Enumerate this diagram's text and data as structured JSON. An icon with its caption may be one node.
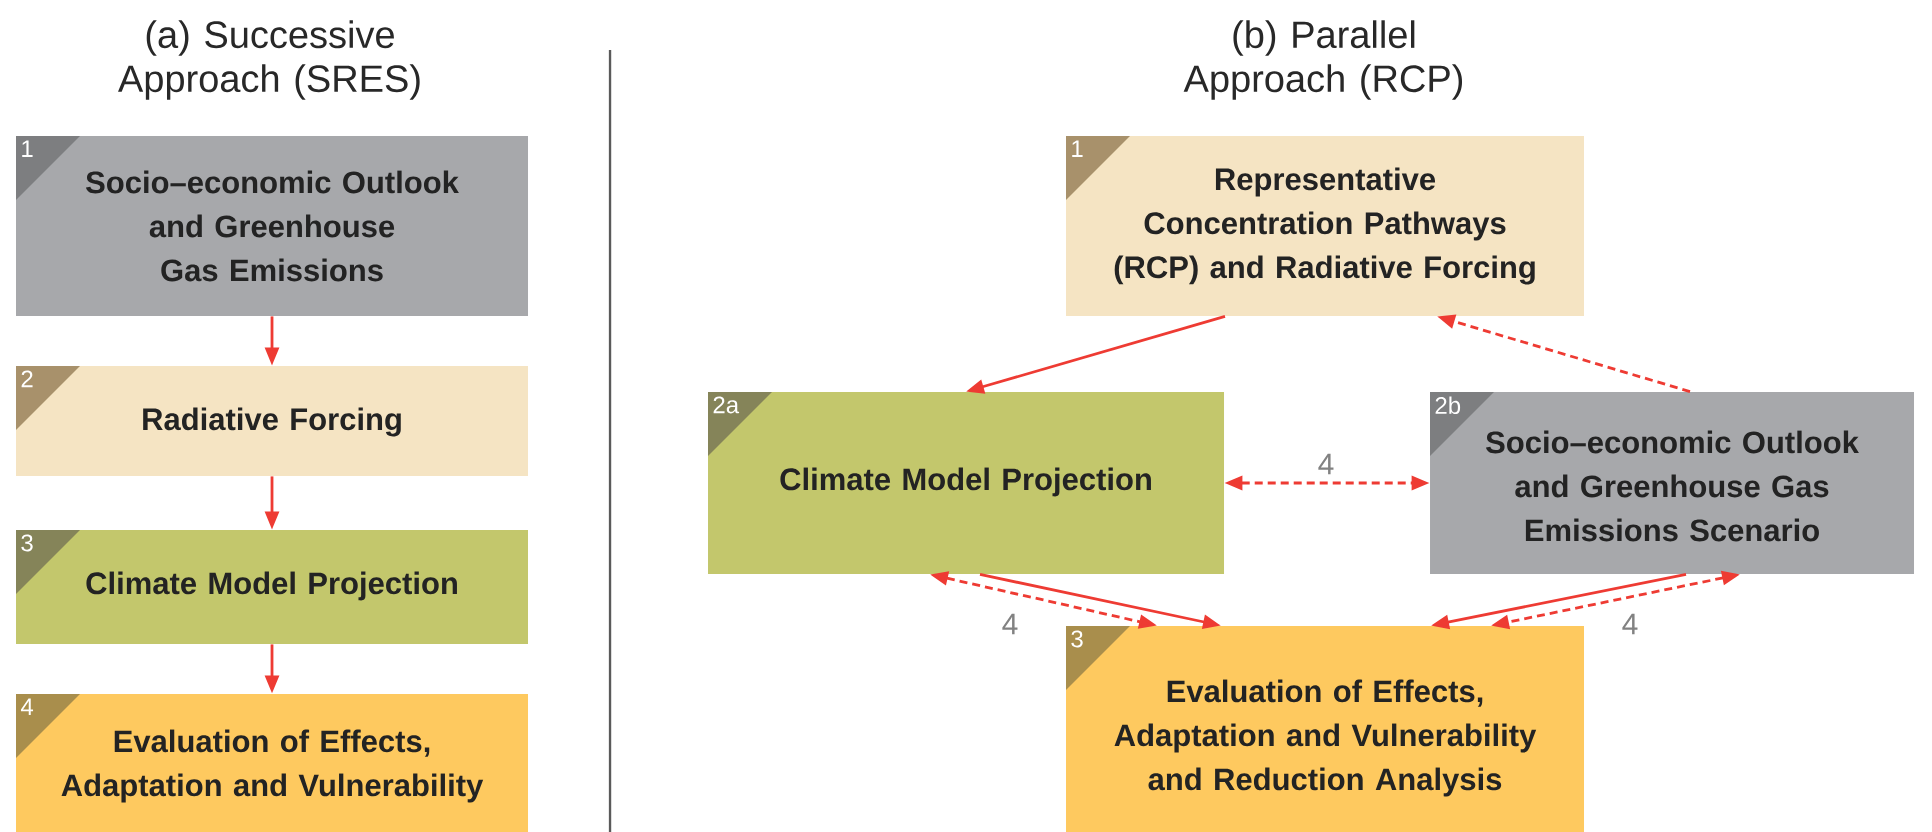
{
  "diagram": {
    "nodes": [
      {
        "text": [
          "1",
          "Socio–economic Outlook and Greenhouse Gas Emissions"
        ]
      },
      {
        "text": [
          "2",
          "Radiative Forcing"
        ]
      },
      {
        "text": [
          "3",
          "Climate Model Projection"
        ]
      },
      {
        "text": [
          "4",
          "Evaluation of Effects, Adaptation and Vulnerability"
        ]
      },
      {
        "text": [
          "1",
          "Representative Concentration Pathways (RCP) and Radiative Forcing"
        ]
      },
      {
        "text": [
          "2a",
          "Climate Model Projection"
        ]
      },
      {
        "text": [
          "2b",
          "Socio–economic Outlook and Greenhouse Gas Emissions Scenario"
        ]
      },
      {
        "text": [
          "3",
          "Evaluation of Effects, Adaptation and Vulnerability and Reduction Analysis"
        ]
      }
    ],
    "edges": [
      {
        "from": 0,
        "to": 1,
        "arrow": "to"
      },
      {
        "from": 1,
        "to": 2,
        "arrow": "to"
      },
      {
        "from": 2,
        "to": 3,
        "arrow": "to"
      },
      {
        "from": 4,
        "to": 5,
        "arrow": "to"
      },
      {
        "from": 6,
        "to": 4,
        "arrow": "to",
        "style": "dashed"
      },
      {
        "from": 5,
        "to": 6,
        "arrow": "both",
        "style": "dashed",
        "label": "4"
      },
      {
        "from": 5,
        "to": 7,
        "arrow": "to"
      },
      {
        "from": 5,
        "to": 7,
        "arrow": "both",
        "style": "dashed",
        "label": "4"
      },
      {
        "from": 6,
        "to": 7,
        "arrow": "to"
      },
      {
        "from": 6,
        "to": 7,
        "arrow": "both",
        "style": "dashed",
        "label": "4"
      }
    ],
    "labels": [
      "(a) Successive Approach (SRES)",
      "(b) Parallel Approach (RCP)"
    ]
  }
}
